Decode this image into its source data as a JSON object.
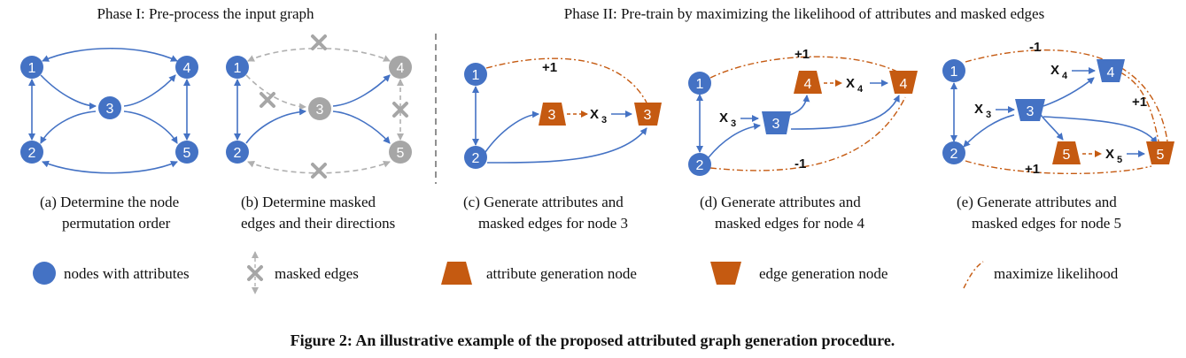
{
  "phases": {
    "phase1": "Phase I: Pre-process the input graph",
    "phase2": "Phase II: Pre-train by maximizing the likelihood of attributes and masked edges"
  },
  "captions": {
    "a1": "(a) Determine the node",
    "a2": "permutation order",
    "b1": "(b) Determine masked",
    "b2": "edges and their directions",
    "c1": "(c) Generate attributes and",
    "c2": "masked edges for node 3",
    "d1": "(d) Generate attributes and",
    "d2": "masked edges for node 4",
    "e1": "(e) Generate attributes and",
    "e2": "masked edges for node 5"
  },
  "nodes": {
    "n1": "1",
    "n2": "2",
    "n3": "3",
    "n4": "4",
    "n5": "5"
  },
  "attributes": {
    "x": "X",
    "s3": "3",
    "s4": "4",
    "s5": "5"
  },
  "likelihood": {
    "plus1": "+1",
    "minus1": "-1"
  },
  "legend": {
    "nodes": "nodes with attributes",
    "masked": "masked edges",
    "attr_gen": "attribute generation node",
    "edge_gen": "edge generation node",
    "maximize": "maximize likelihood"
  },
  "figure_caption": "Figure 2: An illustrative example of the proposed attributed graph generation procedure.",
  "colors": {
    "node_blue": "#4472c4",
    "edge_blue": "#4472c4",
    "gray": "#a6a6a6",
    "orange": "#c55a11"
  }
}
